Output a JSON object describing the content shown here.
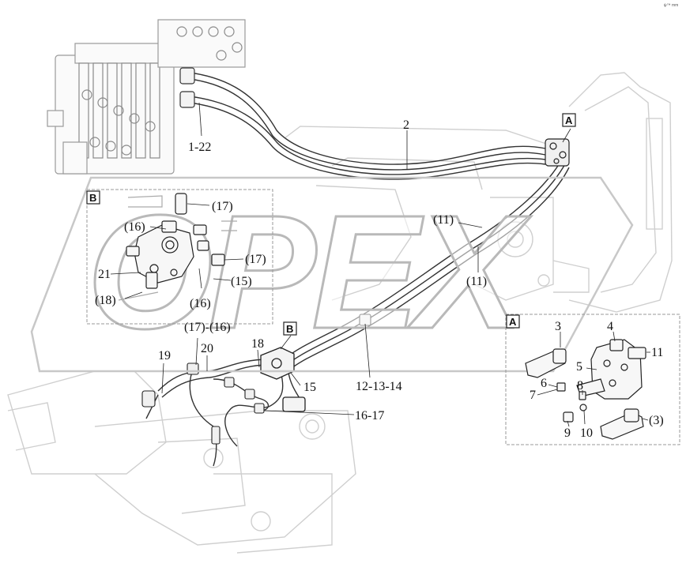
{
  "diagram": {
    "corner_mark": "ψ™ mm",
    "watermark": "OPEX",
    "callouts": {
      "c1_22": "1-22",
      "c2": "2",
      "cA_top": "A",
      "cB_mid": "B",
      "c11a": "(11)",
      "c11b": "(11)",
      "c17_16": "(17)-(16)",
      "c18": "18",
      "c19": "19",
      "c20": "20",
      "c15": "15",
      "c12_13_14": "12-13-14",
      "c16_17": "16-17"
    },
    "detail_b": {
      "tag": "B",
      "labels": {
        "l17a": "(17)",
        "l16a": "(16)",
        "l17b": "(17)",
        "l21": "21",
        "l15": "(15)",
        "l18": "(18)",
        "l16b": "(16)"
      }
    },
    "detail_a": {
      "tag": "A",
      "labels": {
        "l3": "3",
        "l4": "4",
        "l11": "11",
        "l5": "5",
        "l6": "6",
        "l7": "7",
        "l8": "8",
        "l9": "9",
        "l10": "10",
        "l3b": "(3)"
      }
    }
  }
}
